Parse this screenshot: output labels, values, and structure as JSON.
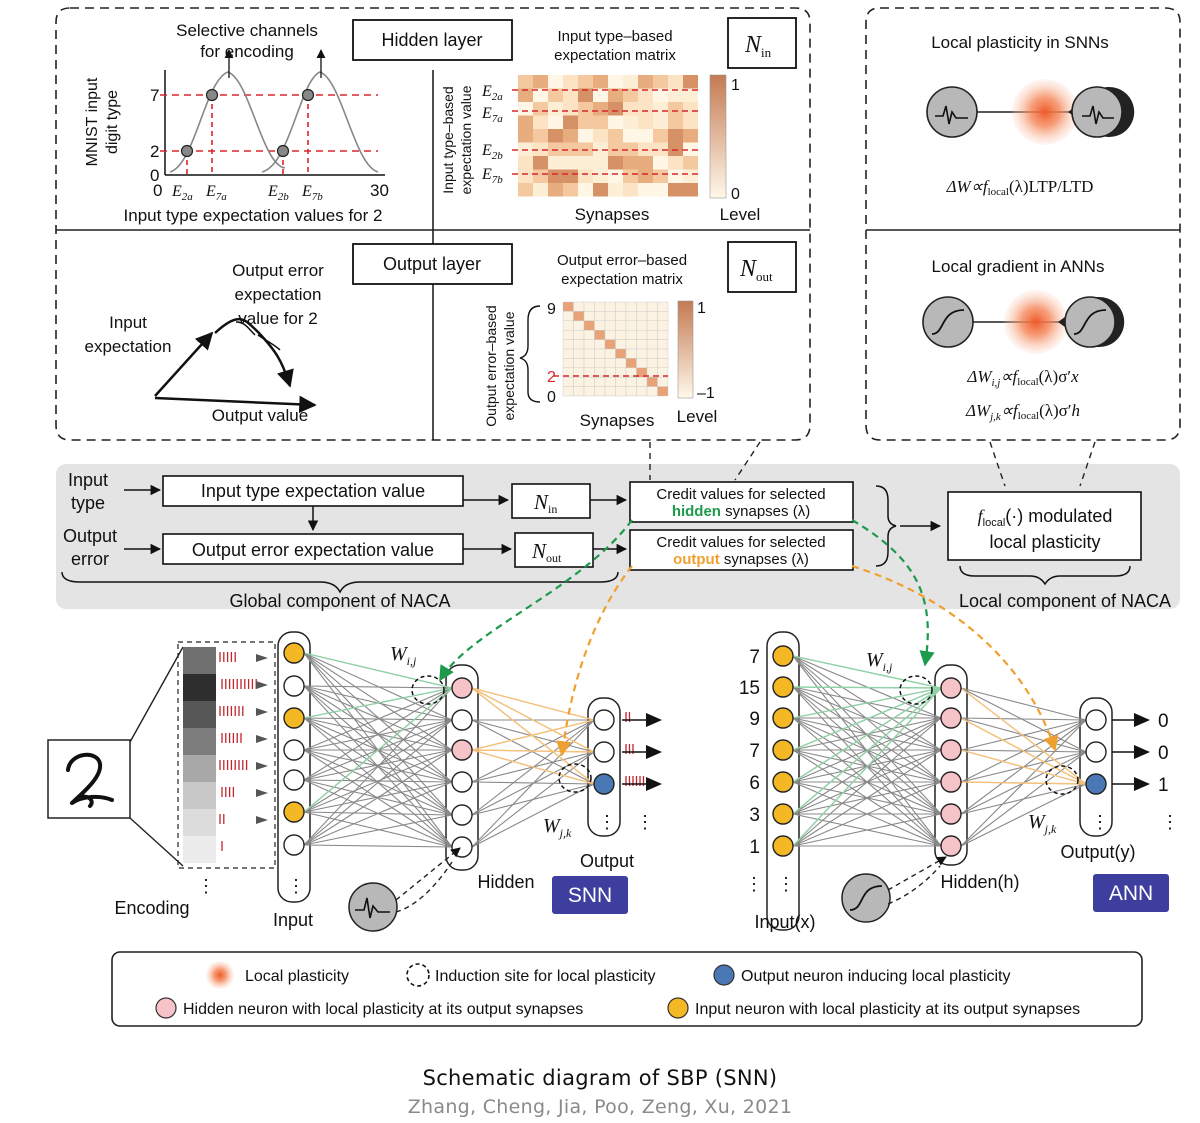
{
  "panels": {
    "encoding": {
      "title": "Selective channels for encoding",
      "ylabel": "MNIST input digit type",
      "xlabel": "Input type expectation values for 2",
      "y_ticks": [
        "7",
        "2",
        "0"
      ],
      "x_ticks": [
        "0",
        "E2a",
        "E7a",
        "E2b",
        "E7b",
        "30"
      ]
    },
    "hidden_layer": {
      "label": "Hidden layer",
      "matrix_title": "Input type–based expectation matrix",
      "n_label": "N",
      "n_sub": "in",
      "ylabel": "Input type–based expectation value",
      "row_labels": [
        "E2a",
        "E7a",
        "E2b",
        "E7b"
      ],
      "xlabel": "Synapses",
      "level_label": "Level",
      "level_max": "1",
      "level_min": "0"
    },
    "output_layer": {
      "label": "Output layer",
      "matrix_title": "Output error–based expectation matrix",
      "n_label": "N",
      "n_sub": "out",
      "ylabel": "Output error–based expectation value",
      "y_ticks": [
        "9",
        "2",
        "0"
      ],
      "xlabel": "Synapses",
      "level_label": "Level",
      "level_max": "1",
      "level_min": "–1"
    },
    "error_vector": {
      "input_expectation": "Input expectation",
      "output_error": "Output error expectation value for 2",
      "output_value": "Output value"
    },
    "snn_plasticity": {
      "title": "Local plasticity in SNNs",
      "formula": "ΔW∝f_local(λ)LTP/LTD"
    },
    "ann_gradient": {
      "title": "Local gradient in ANNs",
      "formula1": "ΔW_i,j∝f_local(λ)σ′x",
      "formula2": "ΔW_j,k∝f_local(λ)σ′h"
    }
  },
  "global_band": {
    "input_type": "Input type",
    "output_error": "Output error",
    "input_box": "Input type expectation value",
    "output_box": "Output error expectation value",
    "n_in": "N",
    "n_in_sub": "in",
    "n_out": "N",
    "n_out_sub": "out",
    "credit_hidden_pre": "Credit values for selected",
    "credit_hidden_word": "hidden",
    "credit_hidden_post": "synapses (λ)",
    "credit_output_pre": "Credit values for selected",
    "credit_output_word": "output",
    "credit_output_post": "synapses (λ)",
    "local_box_line1": "f_local(·) modulated",
    "local_box_line2": "local plasticity",
    "global_label": "Global component of NACA",
    "local_label": "Local component of NACA"
  },
  "snn": {
    "encoding_label": "Encoding",
    "input_label": "Input",
    "hidden_label": "Hidden",
    "output_label": "Output",
    "badge": "SNN",
    "w_ij": "W",
    "w_ij_sub": "i,j",
    "w_jk": "W",
    "w_jk_sub": "j,k"
  },
  "ann": {
    "input_values": [
      "7",
      "15",
      "9",
      "7",
      "6",
      "3",
      "1"
    ],
    "output_values": [
      "0",
      "0",
      "1"
    ],
    "input_label": "Input(x)",
    "hidden_label": "Hidden(h)",
    "output_label": "Output(y)",
    "badge": "ANN",
    "w_ij": "W",
    "w_ij_sub": "i,j",
    "w_jk": "W",
    "w_jk_sub": "j,k"
  },
  "legend": {
    "local_plasticity": "Local plasticity",
    "induction_site": "Induction site for local plasticity",
    "output_neuron": "Output neuron inducing local plasticity",
    "hidden_neuron": "Hidden neuron with local plasticity at its output synapses",
    "input_neuron": "Input neuron with local plasticity at its output synapses"
  },
  "caption": {
    "title": "Schematic diagram of SBP (SNN)",
    "authors": "Zhang, Cheng, Jia, Poo, Zeng, Xu, 2021"
  },
  "colors": {
    "input_neuron": "#f4b824",
    "hidden_neuron": "#f6c3c8",
    "output_neuron": "#4a78b5",
    "plasticity": "#f06a3c",
    "green_arrow": "#1e9a4c",
    "orange_arrow": "#f0a030",
    "band": "#e4e4e4",
    "badge": "#3d3e9e"
  }
}
